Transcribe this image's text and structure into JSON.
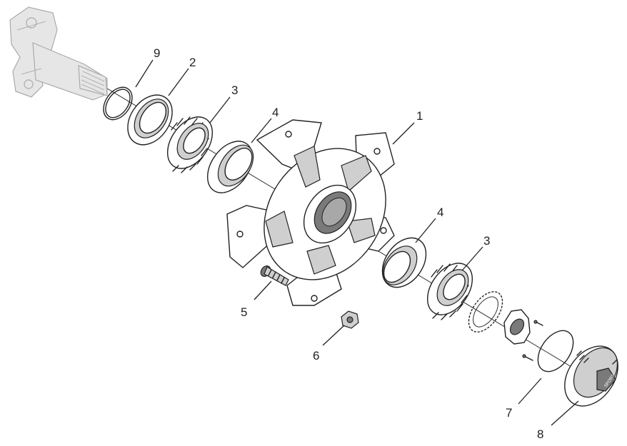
{
  "callouts": {
    "c1": "1",
    "c2": "2",
    "c3a": "3",
    "c3b": "3",
    "c4a": "4",
    "c4b": "4",
    "c5": "5",
    "c6": "6",
    "c7": "7",
    "c8": "8",
    "c9": "9"
  },
  "cap_logo": "SPORT"
}
